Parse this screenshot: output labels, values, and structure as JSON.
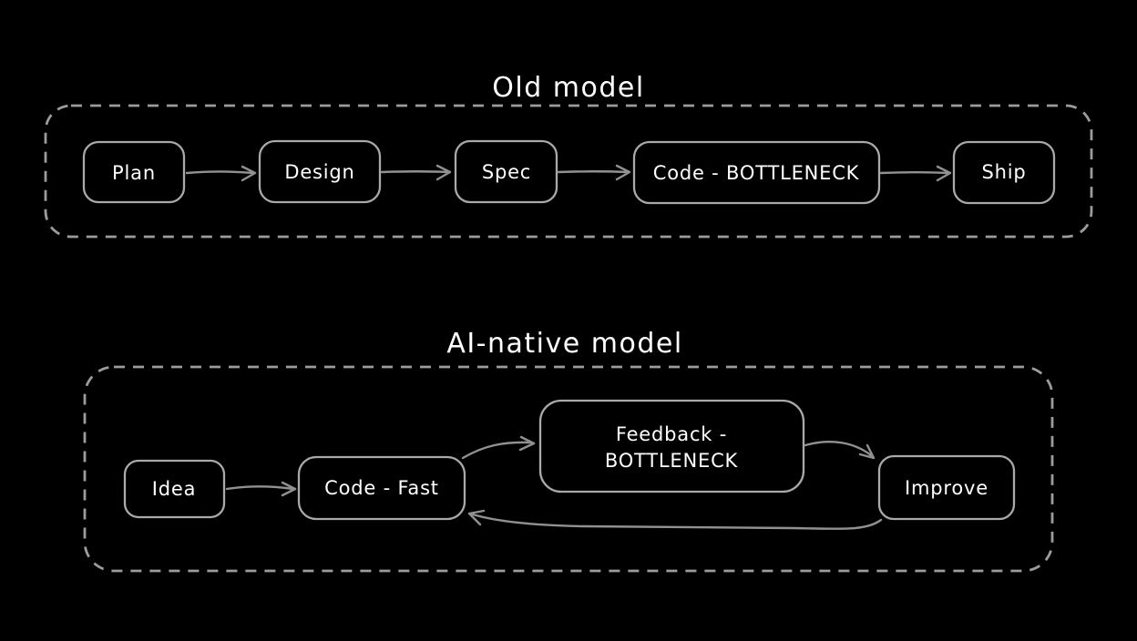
{
  "colors": {
    "background": "#000000",
    "box_border": "#a9a9a9",
    "container_border": "#9c9c9c",
    "arrow": "#919191",
    "text": "#ffffff"
  },
  "old_model": {
    "title": "Old model",
    "nodes": [
      {
        "label": "Plan"
      },
      {
        "label": "Design"
      },
      {
        "label": "Spec"
      },
      {
        "label": "Code - BOTTLENECK"
      },
      {
        "label": "Ship"
      }
    ]
  },
  "ai_native_model": {
    "title": "AI-native model",
    "nodes": [
      {
        "label": "Idea"
      },
      {
        "label": "Code - Fast"
      },
      {
        "label": "Feedback - BOTTLENECK",
        "lines": [
          "Feedback -",
          "BOTTLENECK"
        ]
      },
      {
        "label": "Improve"
      }
    ]
  }
}
